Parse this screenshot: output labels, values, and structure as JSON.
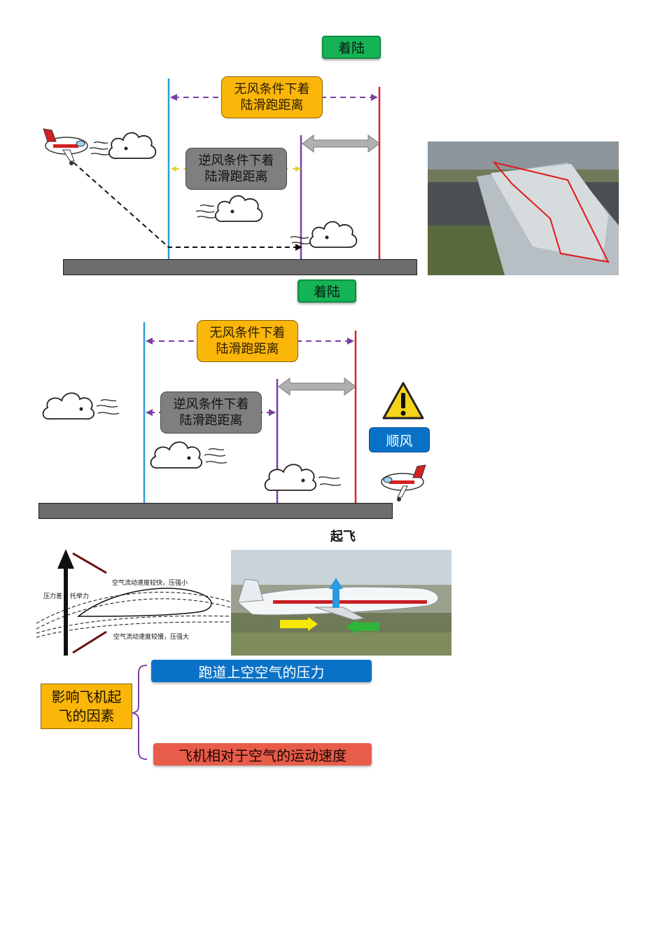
{
  "top_diagram": {
    "landing_label": "着陆",
    "no_wind_label": "无风条件下着\n陆滑跑距离",
    "headwind_label": "逆风条件下着\n陆滑跑距离"
  },
  "middle_diagram": {
    "landing_label": "着陆",
    "no_wind_label": "无风条件下着\n陆滑跑距离",
    "headwind_label": "逆风条件下着\n陆滑跑距离",
    "tailwind_label": "顺风"
  },
  "takeoff": {
    "title": "起飞",
    "airfoil": {
      "upper_text": "空气流动速度较快，压强小",
      "lower_text": "空气流动速度较慢，压强大",
      "pressure_diff": "压力差",
      "lift": "托举力"
    },
    "factors": {
      "main": "影响飞机起\n飞的因素",
      "item1": "跑道上空空气的压力",
      "item2": "飞机相对于空气的运动速度"
    }
  },
  "colors": {
    "green": "#16b356",
    "orange": "#fbb60a",
    "gray": "#7f7f7f",
    "blue": "#0a72c6",
    "red": "#e85c4a",
    "purple": "#7b3fa0",
    "cyan": "#2aa0d8"
  },
  "icons": [
    "airplane-icon",
    "cloud-icon",
    "warning-icon",
    "lift-arrow-icon"
  ]
}
